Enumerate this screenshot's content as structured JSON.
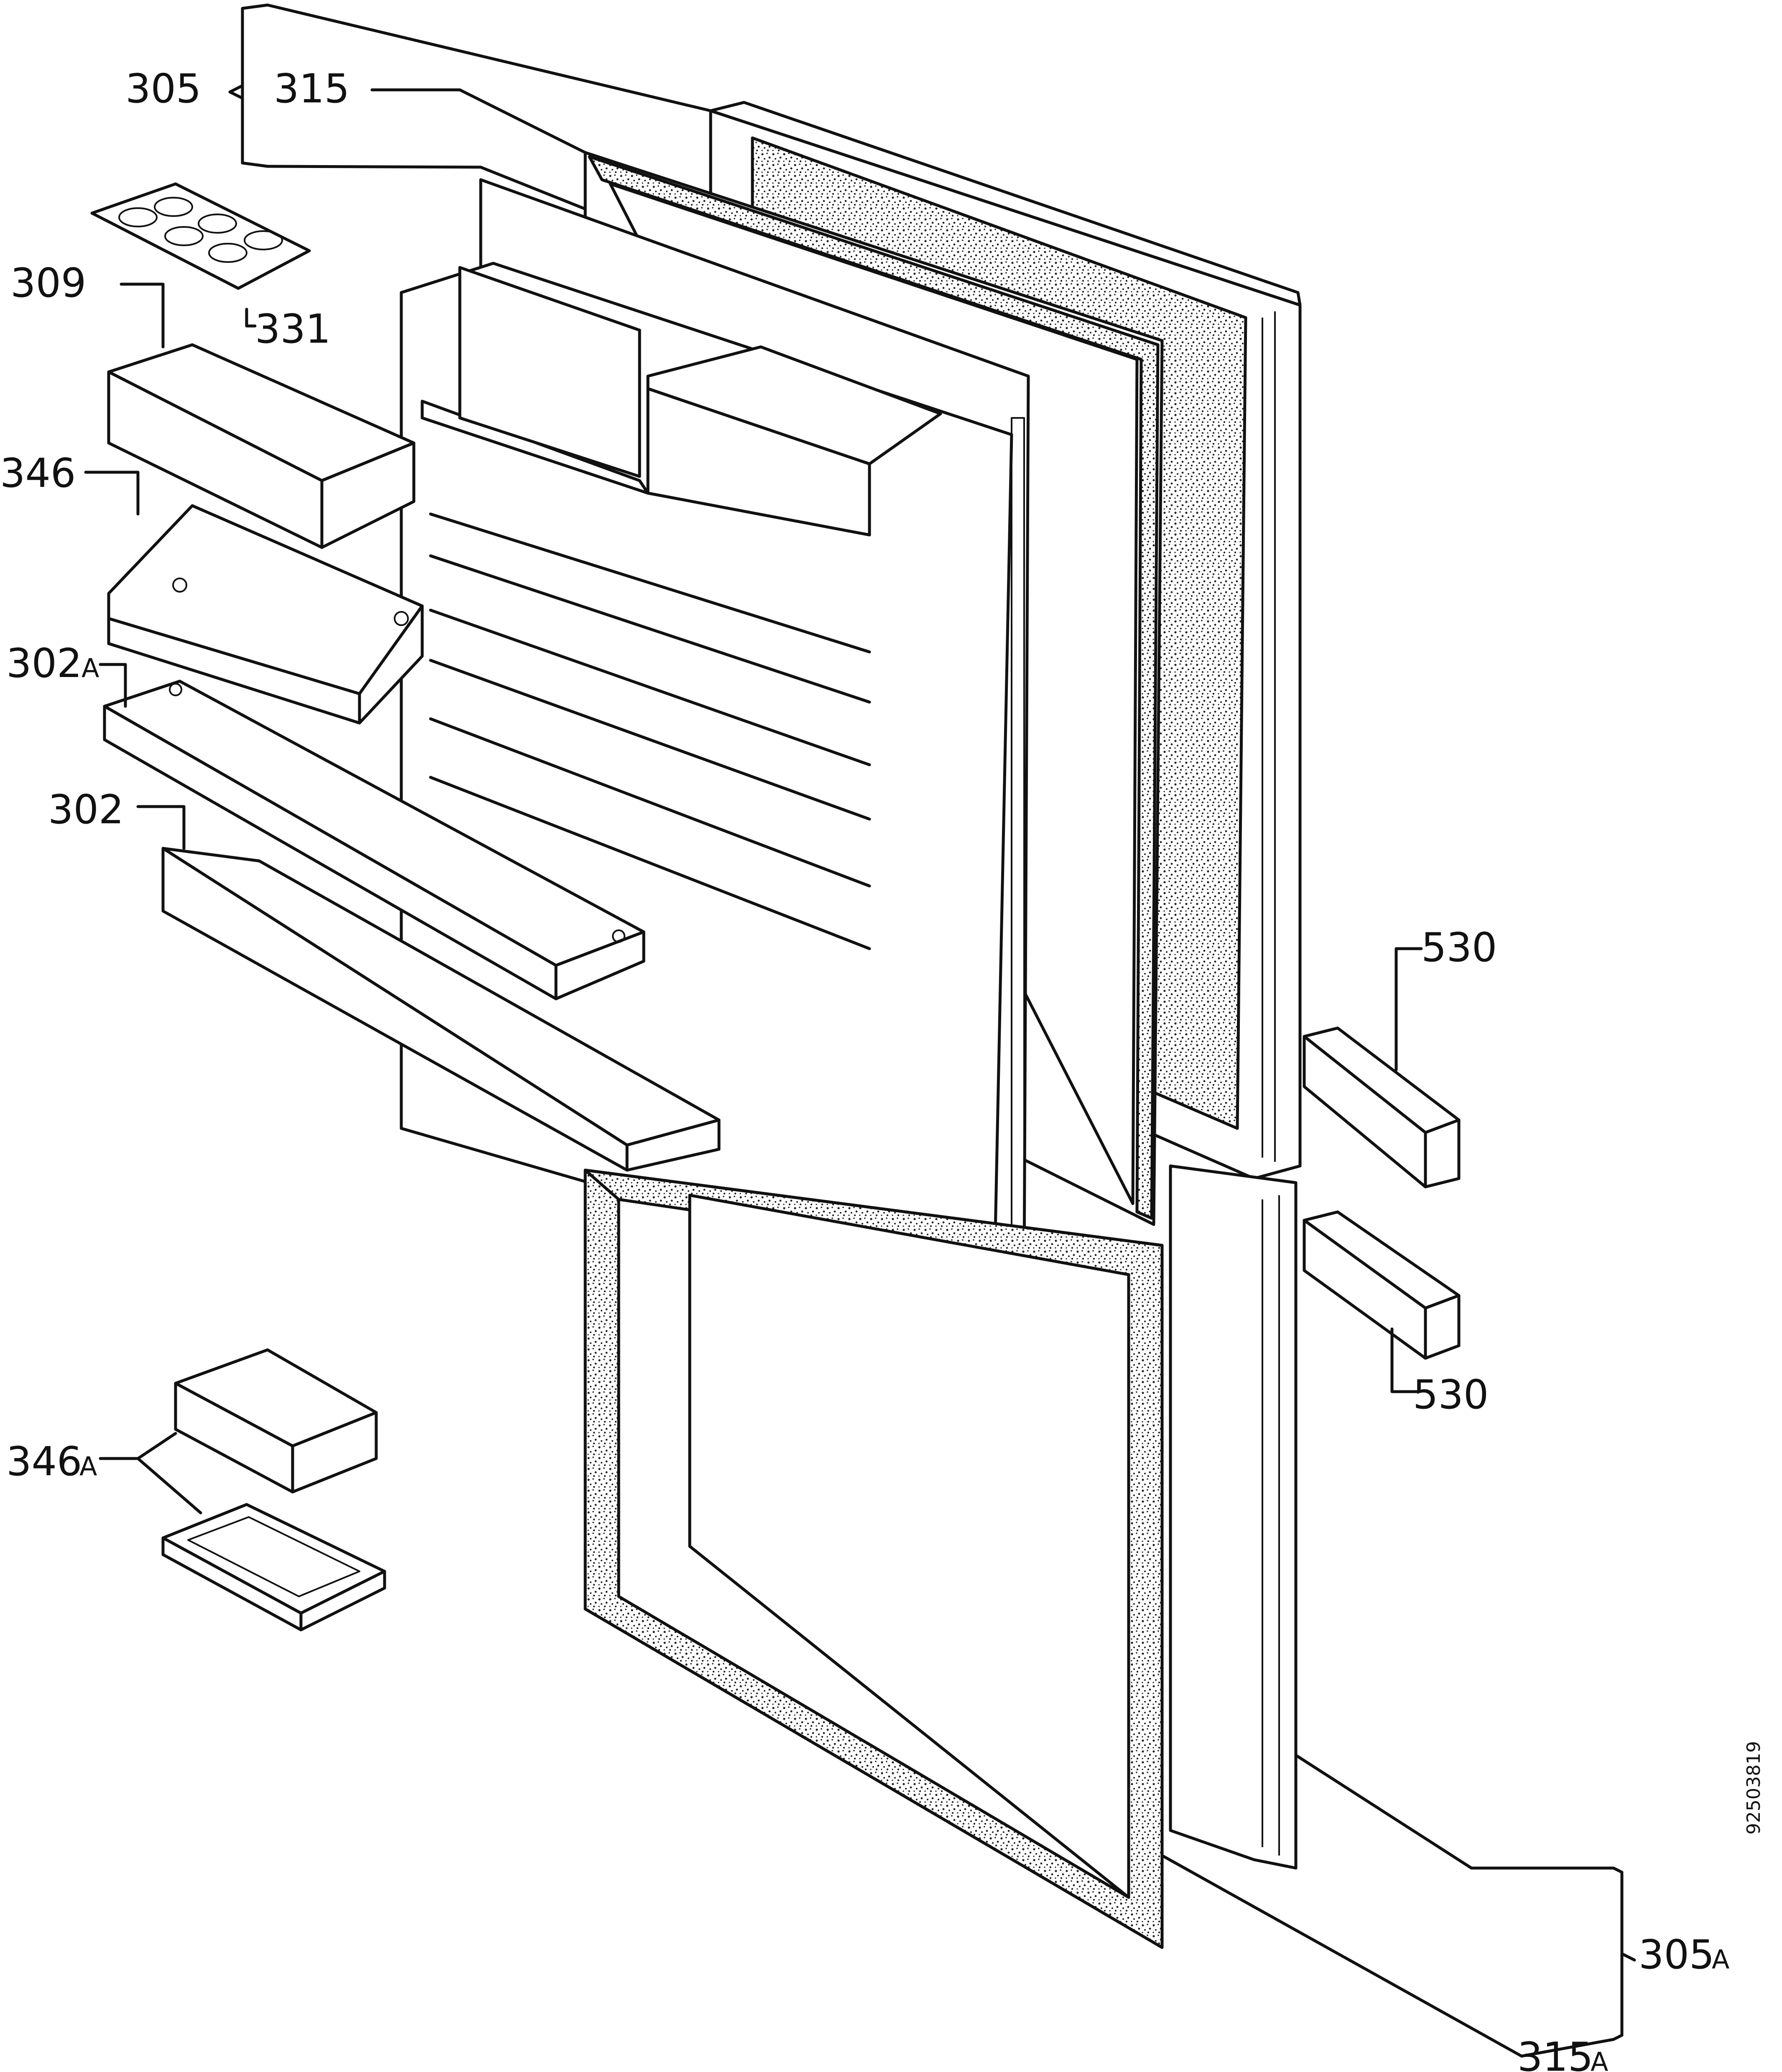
{
  "labels": {
    "l305": "305",
    "l315": "315",
    "l309": "309",
    "l331": "331",
    "l346": "346",
    "l302a_num": "302",
    "l302a_suf": "A",
    "l302": "302",
    "l530_top": "530",
    "l530_bottom": "530",
    "l346a_num": "346",
    "l346a_suf": "A",
    "l305a_num": "305",
    "l305a_suf": "A",
    "l315a_num": "315",
    "l315a_suf": "A"
  },
  "drawing_id": "92503819"
}
